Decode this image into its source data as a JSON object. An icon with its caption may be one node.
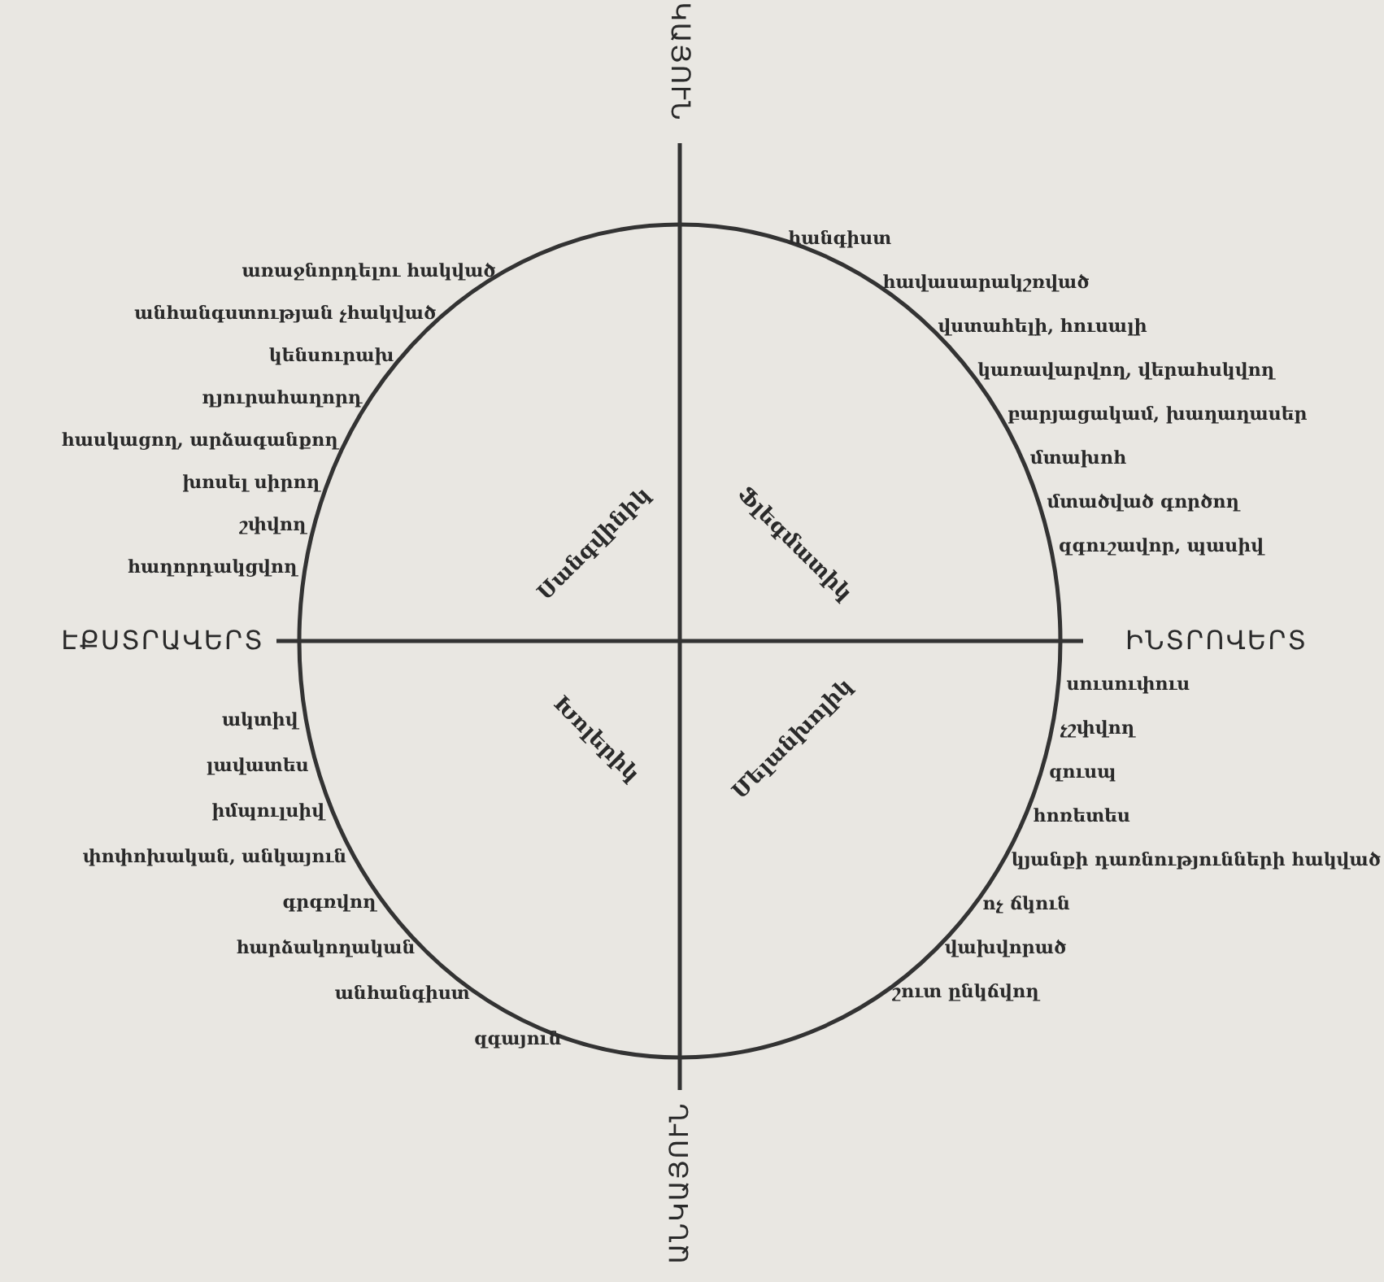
{
  "diagram": {
    "labels": [
      "ԿԱՅՈՒՆ",
      "առաջնորդելու հակված",
      "անհանգստության չհակված",
      "կենսուրախ",
      "դյուրահաղորդ",
      "հասկացող, արձագանքող",
      "խոսել սիրող",
      "շփվող",
      "հաղորդակցվող",
      "հանգիստ",
      "հավասարակշռված",
      "վստահելի, հուսալի",
      "կառավարվող, վերահսկվող",
      "բարյացակամ, խաղաղասեր",
      "մտախոհ",
      "մտածված գործող",
      "զգուշավոր, պասիվ",
      "Սանգվինիկ",
      "Ֆլեգմատիկ",
      "ԷՔՍՏՐԱՎԵՐՏ",
      "ԻՆՏՐՈՎԵՐՏ",
      "Խոլերիկ",
      "Մելանխոլիկ",
      "ակտիվ",
      "լավատես",
      "իմպուլսիվ",
      "փոփոխական, անկայուն",
      "գրգռվող",
      "հարձակողական",
      "անհանգիստ",
      "զգայուն",
      "սուսուփուս",
      "չշփվող",
      "զուսպ",
      "հոռետես",
      "կյանքի դառնությունների հակված",
      "ոչ ճկուն",
      "վախվորած",
      "շուտ ընկճվող",
      "ԱՆԿԱՅՈՒՆ"
    ]
  }
}
